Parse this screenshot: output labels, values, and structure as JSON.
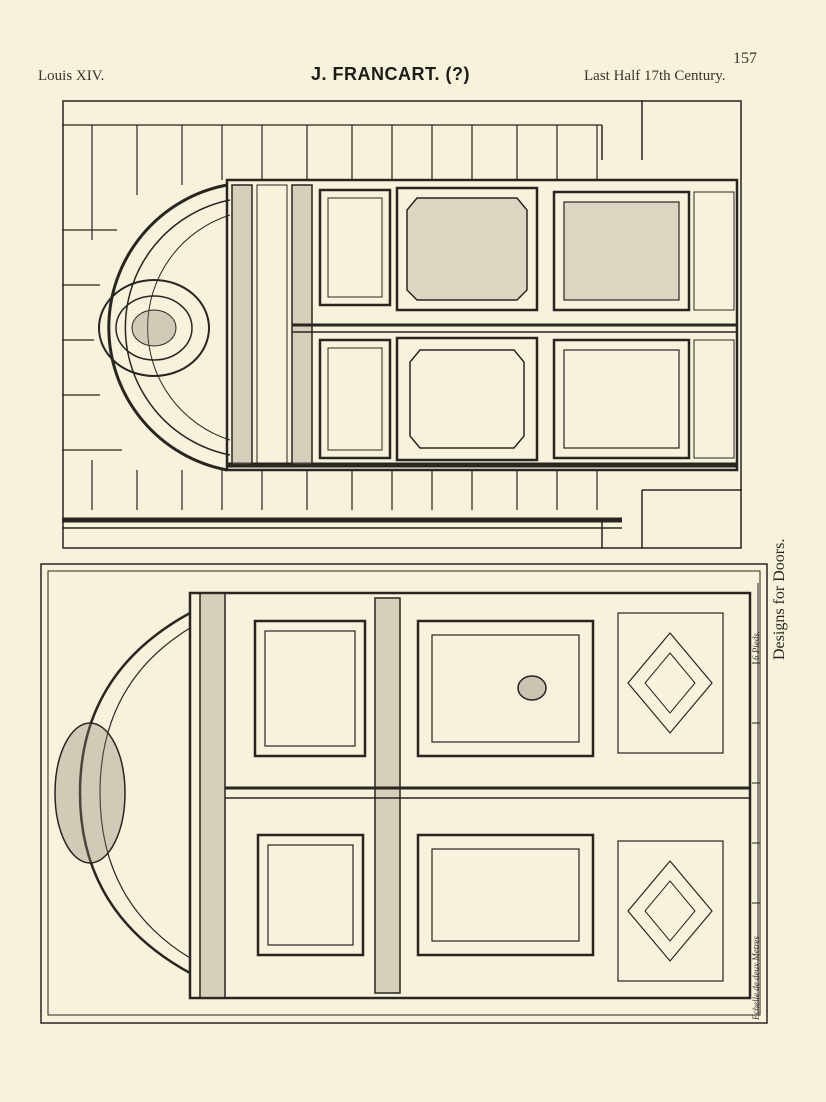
{
  "header": {
    "page_number": "157",
    "left": "Louis XIV.",
    "title": "J. FRANCART. (?)",
    "right": "Last Half 17th Century."
  },
  "side_caption": "Designs for Doors.",
  "plate_bottom": {
    "scale_label_1": "6 Pieds.",
    "scale_label_2": "Echelle de deux Metres"
  },
  "colors": {
    "paper": "#f6f2dc",
    "ink": "#2a2520"
  }
}
